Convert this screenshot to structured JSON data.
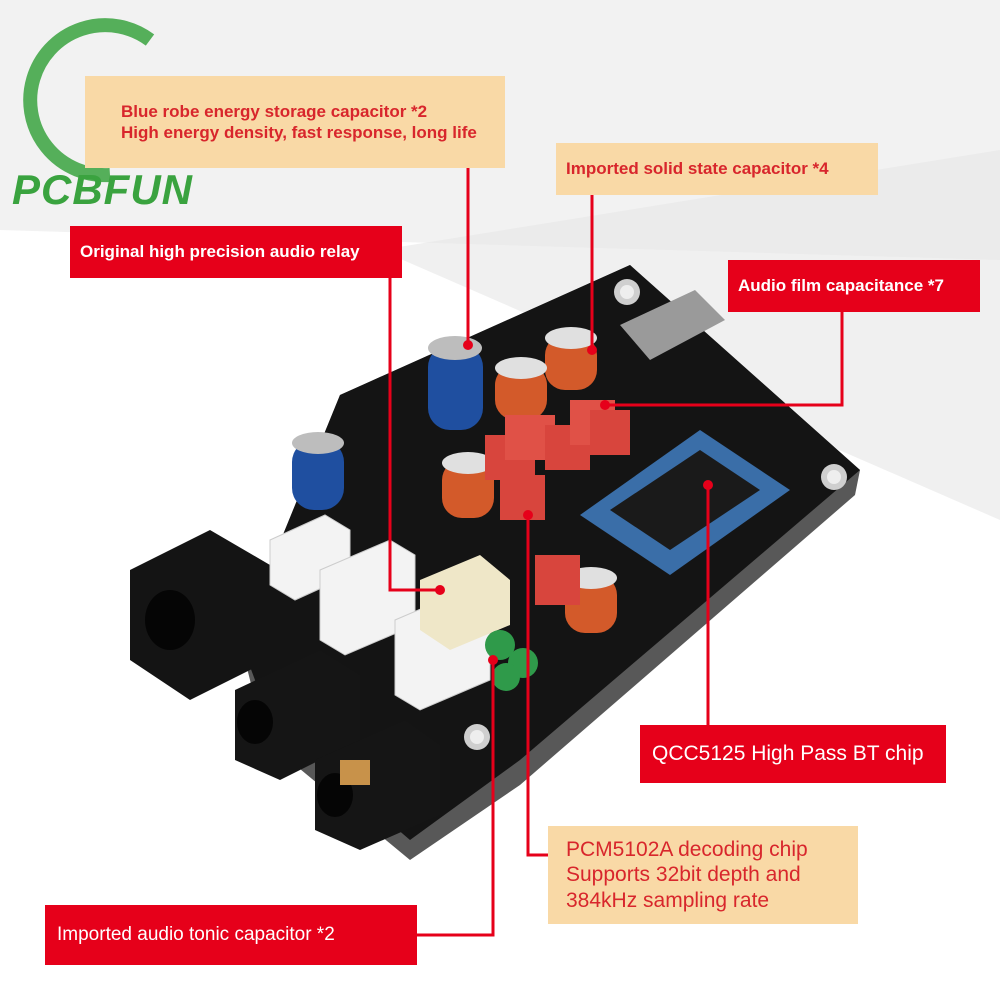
{
  "brand": {
    "logo_text": "PCBFUN",
    "logo_color": "#3aa33f"
  },
  "colors": {
    "callout_red": "#e6001a",
    "callout_peach": "#f9d9a6",
    "peach_text": "#d8262c",
    "pcb_black": "#1a1a1a",
    "relay_red": "#d8453d",
    "bt_module_blue": "#3a6ea8"
  },
  "callouts": {
    "blue_robe_capacitor": {
      "line1": "Blue robe energy storage capacitor *2",
      "line2": "High energy density, fast response, long life"
    },
    "solid_state_capacitor": {
      "text": "Imported solid state capacitor *4"
    },
    "audio_relay": {
      "text": "Original high precision audio relay"
    },
    "film_capacitance": {
      "text": "Audio film capacitance *7"
    },
    "bt_chip": {
      "text": "QCC5125 High Pass BT chip"
    },
    "decoding_chip": {
      "line1": "PCM5102A decoding chip",
      "line2": "Supports 32bit depth and",
      "line3": "384kHz sampling rate"
    },
    "tonic_capacitor": {
      "text": "Imported audio tonic capacitor *2"
    }
  }
}
